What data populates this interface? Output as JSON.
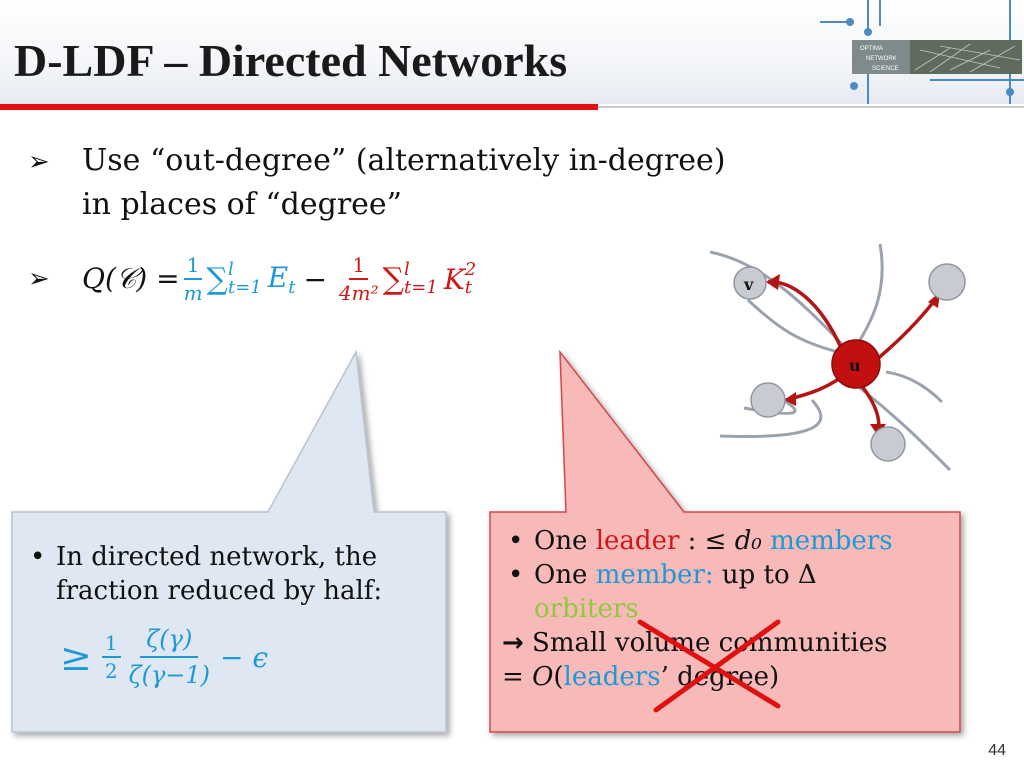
{
  "slide": {
    "title": "D-LDF – Directed Networks",
    "number": "44",
    "logo_text": [
      "OPTIMA",
      "NETWORK",
      "SCIENCE"
    ]
  },
  "bullets": {
    "marker": "➢",
    "first_line1": "Use “out-degree” (alternatively in-degree)",
    "first_line2": "in places of “degree”"
  },
  "formula": {
    "lhs": "Q(𝒞) =",
    "frac1_num": "1",
    "frac1_den": "m",
    "sum_symbol": "∑",
    "sum_upper": "l",
    "sum_lower": "t=1",
    "term1_base": "E",
    "term1_sub": "t",
    "minus": "−",
    "frac2_num": "1",
    "frac2_den": "4m²",
    "term2_base": "K",
    "term2_sup": "2",
    "term2_sub": "t"
  },
  "left_box": {
    "bullet": "•",
    "line1": "In directed network, the",
    "line2": "fraction reduced by half:",
    "ge": "≥",
    "half_num": "1",
    "half_den": "2",
    "zeta_num": "ζ(γ)",
    "zeta_den": "ζ(γ−1)",
    "tail": "− ϵ"
  },
  "right_box": {
    "bullet": "•",
    "item1_prefix": "One ",
    "item1_leader": "leader",
    "item1_mid": " : ≤ ",
    "item1_d0": "d₀",
    "item1_members": " members",
    "item2_prefix": "One ",
    "item2_member": "member:",
    "item2_mid": " up to Δ",
    "item2_orbiters": "orbiters",
    "line3_arrow": "→",
    "line3_text": " Small  volume communities",
    "line4_prefix": "= ",
    "line4_O": "O",
    "line4_open": "(",
    "line4_leaders": "leaders",
    "line4_tail": "’ degree)"
  },
  "graph": {
    "node_v": "v",
    "node_u": "u",
    "colors": {
      "node_u": "#c21010",
      "node_gray": "#c8ccd2",
      "arrow_red": "#b31414",
      "arrow_gray": "#9aa3ad"
    }
  },
  "colors": {
    "accent_red": "#e01010",
    "blue": "#1c9ad6",
    "green": "#92c83e",
    "left_box_fill": "#dfe7f3",
    "right_box_fill": "#f8b9b9"
  }
}
